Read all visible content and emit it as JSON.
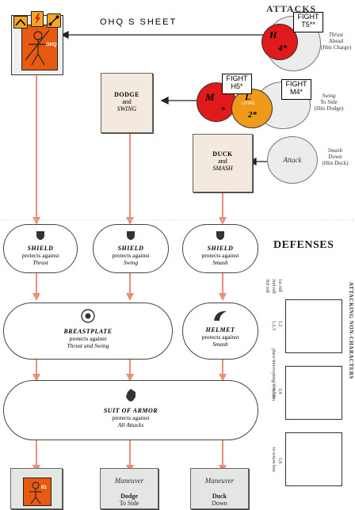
{
  "header": {
    "title": "OHQ S   SHEET",
    "attacks_heading": "ATTACKS",
    "defenses_heading": "DEFENSES"
  },
  "fight_labels": [
    {
      "line1": "FIGHT",
      "line2": "T5**"
    },
    {
      "line1": "FIGHT",
      "line2": "H5*"
    },
    {
      "line1": "FIGHT",
      "line2": "M4*"
    }
  ],
  "attacks": [
    {
      "name": "Thrust",
      "line2": "Ahead",
      "line3": "(Hits Charge)"
    },
    {
      "name": "Swing",
      "line2": "To Side",
      "line3": "(Hits Dodge)"
    },
    {
      "name": "Smash",
      "line2": "Down",
      "line3": "(Hits Duck)",
      "circle_label": "Attack"
    }
  ],
  "chits": [
    {
      "letter": "H",
      "value": "4*",
      "color": "#e01a1a"
    },
    {
      "letter": "M",
      "value": "*",
      "color": "#e01a1a"
    },
    {
      "letter": "L",
      "sub": "LIVING",
      "value": "2*",
      "color": "#f09a1a"
    }
  ],
  "maneuver_boxes": [
    {
      "title": "DODGE",
      "mid": "and",
      "action": "SWING"
    },
    {
      "title": "DUCK",
      "mid": "and",
      "action": "SMASH"
    }
  ],
  "counter": {
    "label": "OHQ",
    "value": "61"
  },
  "shields": [
    {
      "title": "SHIELD",
      "line": "protects against",
      "target": "Thrust"
    },
    {
      "title": "SHIELD",
      "line": "protects against",
      "target": "Swing"
    },
    {
      "title": "SHIELD",
      "line": "protects against",
      "target": "Smash"
    }
  ],
  "breastplate": {
    "title": "BREASTPLATE",
    "line": "protects against",
    "target": "Thrust and Swing"
  },
  "helmet": {
    "title": "HELMET",
    "line": "protects against",
    "target": "Smash"
  },
  "suit": {
    "title": "SUIT OF ARMOR",
    "line": "protects against",
    "target": "All Attacks"
  },
  "bottom_maneuvers": [
    {
      "label": "Maneuver",
      "action": "Dodge",
      "dir": "To Side"
    },
    {
      "label": "Maneuver",
      "action": "Duck",
      "dir": "Down"
    }
  ],
  "attacking_table": {
    "heading": "ATTACKING NON-CHARACTERS",
    "roll1": "1st roll",
    "roll2": "2nd roll",
    "roll3": "3rd roll",
    "r1": "1,2",
    "r1b": "1,2,3",
    "r2": "3,4",
    "r2b": "4,5,6",
    "r3": "5,6",
    "place_note": "place/intercepting/direction",
    "return_note": "to return box"
  },
  "colors": {
    "accent_red": "#e01a1a",
    "accent_orange": "#f09a1a",
    "arrow": "#e8907a",
    "box_fill": "#f3e9df"
  }
}
